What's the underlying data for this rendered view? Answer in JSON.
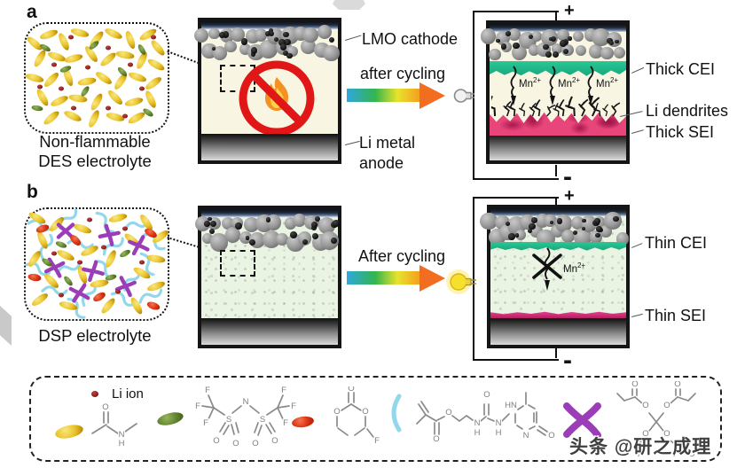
{
  "panels": {
    "a": {
      "letter": "a",
      "blob_caption": [
        "Non-flammable",
        "DES electrolyte"
      ],
      "cathode_label": "LMO cathode",
      "cycle_label": "after cycling",
      "anode_label": [
        "Li metal",
        "anode"
      ],
      "plus": "+",
      "minus": "-",
      "cei_label": "Thick CEI",
      "dendrites_label": "Li dendrites",
      "sei_label": "Thick SEI",
      "mn_ion": {
        "base": "Mn",
        "sup": "2+"
      }
    },
    "b": {
      "letter": "b",
      "blob_caption": "DSP electrolyte",
      "cycle_label": "After cycling",
      "plus": "+",
      "minus": "-",
      "cei_label": "Thin CEI",
      "sei_label": "Thin SEI",
      "mn_ion": {
        "base": "Mn",
        "sup": "2+"
      }
    }
  },
  "legend": {
    "li_ion_label": "Li ion",
    "structures": {
      "acetamide": {
        "w": 62,
        "h": 52,
        "bonds": [
          [
            4,
            37,
            20,
            27
          ],
          [
            17,
            25,
            17,
            13
          ],
          [
            22,
            25,
            22,
            13
          ],
          [
            21,
            29,
            33,
            37
          ],
          [
            41,
            35,
            54,
            26
          ]
        ],
        "atoms": [
          [
            19,
            10,
            "O"
          ],
          [
            37,
            41,
            "N"
          ],
          [
            37,
            51,
            "H"
          ]
        ]
      },
      "tfsi": {
        "w": 126,
        "h": 78,
        "bonds": [
          [
            27,
            28,
            21,
            14
          ],
          [
            27,
            28,
            14,
            26
          ],
          [
            27,
            28,
            20,
            43
          ],
          [
            27,
            28,
            39,
            36
          ],
          [
            48,
            34,
            58,
            26
          ],
          [
            68,
            26,
            78,
            34
          ],
          [
            87,
            36,
            99,
            28
          ],
          [
            99,
            28,
            105,
            14
          ],
          [
            99,
            28,
            112,
            26
          ],
          [
            99,
            28,
            106,
            43
          ],
          [
            40,
            45,
            34,
            55
          ],
          [
            44,
            48,
            38,
            58
          ],
          [
            47,
            47,
            50,
            58
          ],
          [
            52,
            45,
            55,
            56
          ],
          [
            77,
            45,
            73,
            56
          ],
          [
            81,
            48,
            77,
            59
          ],
          [
            86,
            47,
            92,
            57
          ],
          [
            90,
            45,
            96,
            55
          ]
        ],
        "atoms": [
          [
            63,
            24,
            "N"
          ],
          [
            44,
            44,
            "S"
          ],
          [
            82,
            44,
            "S"
          ],
          [
            30,
            68,
            "O"
          ],
          [
            52,
            71,
            "O"
          ],
          [
            74,
            71,
            "O"
          ],
          [
            96,
            68,
            "O"
          ],
          [
            20,
            11,
            "F"
          ],
          [
            9,
            29,
            "F"
          ],
          [
            18,
            48,
            "F"
          ],
          [
            106,
            11,
            "F"
          ],
          [
            117,
            29,
            "F"
          ],
          [
            108,
            48,
            "F"
          ]
        ]
      },
      "carbonate": {
        "w": 72,
        "h": 66,
        "bonds": [
          [
            36,
            20,
            25,
            27
          ],
          [
            36,
            20,
            47,
            27
          ],
          [
            33,
            18,
            33,
            7
          ],
          [
            39,
            18,
            39,
            7
          ],
          [
            20,
            34,
            20,
            45
          ],
          [
            52,
            34,
            52,
            45
          ],
          [
            21,
            47,
            32,
            55
          ],
          [
            51,
            47,
            40,
            55
          ],
          [
            54,
            48,
            61,
            57
          ]
        ],
        "atoms": [
          [
            36,
            5,
            "O"
          ],
          [
            20,
            31,
            "O"
          ],
          [
            52,
            31,
            "O"
          ],
          [
            65,
            64,
            "F"
          ]
        ]
      },
      "upyma": {
        "w": 170,
        "h": 74,
        "bonds": [
          [
            10,
            22,
            18,
            34
          ],
          [
            13,
            19,
            21,
            31
          ],
          [
            18,
            34,
            8,
            44
          ],
          [
            18,
            34,
            30,
            41
          ],
          [
            28,
            43,
            28,
            56
          ],
          [
            33,
            43,
            33,
            56
          ],
          [
            31,
            40,
            39,
            36
          ],
          [
            48,
            35,
            56,
            41
          ],
          [
            56,
            41,
            64,
            35
          ],
          [
            64,
            35,
            71,
            40
          ],
          [
            80,
            41,
            86,
            36
          ],
          [
            84,
            34,
            84,
            22
          ],
          [
            89,
            34,
            89,
            22
          ],
          [
            88,
            38,
            95,
            41
          ],
          [
            104,
            41,
            112,
            33
          ],
          [
            122,
            28,
            128,
            24
          ],
          [
            134,
            23,
            141,
            27
          ],
          [
            143,
            31,
            143,
            43
          ],
          [
            140,
            32,
            140,
            42
          ],
          [
            141,
            47,
            135,
            50
          ],
          [
            127,
            50,
            121,
            46
          ],
          [
            119,
            43,
            119,
            33
          ],
          [
            131,
            22,
            131,
            9
          ],
          [
            146,
            47,
            155,
            53
          ],
          [
            144,
            51,
            153,
            57
          ]
        ],
        "atoms": [
          [
            30,
            64,
            "O"
          ],
          [
            44,
            34,
            "O"
          ],
          [
            76,
            46,
            "N"
          ],
          [
            76,
            57,
            "H"
          ],
          [
            87,
            14,
            "O"
          ],
          [
            100,
            46,
            "N"
          ],
          [
            100,
            57,
            "H"
          ],
          [
            114,
            26,
            "HN"
          ],
          [
            131,
            60,
            "N"
          ],
          [
            160,
            60,
            "O"
          ]
        ]
      },
      "tetraacrylate": {
        "w": 108,
        "h": 86,
        "bonds": [
          [
            54,
            46,
            46,
            36
          ],
          [
            38,
            25,
            30,
            18
          ],
          [
            27,
            16,
            27,
            9
          ],
          [
            32,
            16,
            32,
            9
          ],
          [
            30,
            18,
            18,
            22
          ],
          [
            18,
            22,
            10,
            14
          ],
          [
            54,
            46,
            62,
            36
          ],
          [
            70,
            25,
            78,
            18
          ],
          [
            76,
            16,
            76,
            9
          ],
          [
            81,
            16,
            81,
            9
          ],
          [
            78,
            18,
            90,
            22
          ],
          [
            90,
            22,
            98,
            14
          ],
          [
            54,
            46,
            46,
            56
          ],
          [
            38,
            67,
            30,
            74
          ],
          [
            27,
            76,
            21,
            82
          ],
          [
            25,
            72,
            19,
            78
          ],
          [
            30,
            74,
            34,
            84
          ],
          [
            54,
            46,
            62,
            56
          ],
          [
            70,
            67,
            78,
            74
          ],
          [
            81,
            76,
            87,
            82
          ],
          [
            83,
            72,
            89,
            78
          ],
          [
            78,
            74,
            74,
            84
          ]
        ],
        "atoms": [
          [
            42,
            30,
            "O"
          ],
          [
            30,
            6,
            "O"
          ],
          [
            66,
            30,
            "O"
          ],
          [
            78,
            6,
            "O"
          ],
          [
            42,
            62,
            "O"
          ],
          [
            14,
            85,
            "O"
          ],
          [
            66,
            62,
            "O"
          ],
          [
            94,
            85,
            "O"
          ]
        ]
      }
    }
  },
  "watermark": "头条 @研之成理",
  "colors": {
    "cei_teal": "#1db389",
    "sei_pink": "#e8457a",
    "arrow_head_orange": "#f26d20",
    "no_fire_red": "#e11717",
    "crosslinker_purple": "#9c3db8",
    "polymer_cyan": "#92d8ea",
    "particle_yellow": "#eac32b"
  },
  "particles": {
    "blob_a": {
      "yellow": [
        [
          6,
          18,
          40
        ],
        [
          16,
          10,
          -20
        ],
        [
          27,
          16,
          65
        ],
        [
          38,
          8,
          15
        ],
        [
          50,
          14,
          -50
        ],
        [
          62,
          9,
          25
        ],
        [
          74,
          15,
          70
        ],
        [
          86,
          10,
          -30
        ],
        [
          93,
          22,
          50
        ],
        [
          10,
          32,
          -60
        ],
        [
          22,
          30,
          20
        ],
        [
          34,
          32,
          -15
        ],
        [
          46,
          28,
          55
        ],
        [
          58,
          33,
          -40
        ],
        [
          70,
          29,
          10
        ],
        [
          82,
          34,
          -65
        ],
        [
          92,
          38,
          30
        ],
        [
          6,
          50,
          15
        ],
        [
          18,
          52,
          -45
        ],
        [
          30,
          49,
          70
        ],
        [
          43,
          53,
          -10
        ],
        [
          55,
          50,
          35
        ],
        [
          67,
          53,
          -55
        ],
        [
          79,
          49,
          20
        ],
        [
          90,
          55,
          -35
        ],
        [
          12,
          68,
          60
        ],
        [
          24,
          71,
          -25
        ],
        [
          37,
          69,
          10
        ],
        [
          50,
          72,
          -60
        ],
        [
          63,
          68,
          45
        ],
        [
          76,
          72,
          -15
        ],
        [
          88,
          70,
          65
        ],
        [
          18,
          87,
          -40
        ],
        [
          33,
          85,
          25
        ],
        [
          48,
          88,
          -65
        ],
        [
          63,
          86,
          15
        ],
        [
          78,
          87,
          -30
        ]
      ],
      "green": [
        [
          14,
          22,
          30
        ],
        [
          48,
          20,
          -40
        ],
        [
          82,
          24,
          60
        ],
        [
          28,
          42,
          -20
        ],
        [
          68,
          44,
          45
        ],
        [
          8,
          78,
          10
        ],
        [
          42,
          62,
          -55
        ],
        [
          86,
          82,
          35
        ]
      ],
      "dots": [
        [
          32,
          12
        ],
        [
          58,
          22
        ],
        [
          90,
          12
        ],
        [
          20,
          38
        ],
        [
          44,
          40
        ],
        [
          74,
          38
        ],
        [
          10,
          58
        ],
        [
          34,
          78
        ],
        [
          58,
          78
        ],
        [
          82,
          60
        ],
        [
          70,
          85
        ],
        [
          25,
          60
        ]
      ]
    },
    "blob_b": {
      "curves": [
        [
          10,
          15,
          20
        ],
        [
          30,
          10,
          -40
        ],
        [
          55,
          12,
          60
        ],
        [
          78,
          15,
          -10
        ],
        [
          90,
          30,
          45
        ],
        [
          15,
          35,
          -60
        ],
        [
          38,
          32,
          15
        ],
        [
          62,
          35,
          -30
        ],
        [
          85,
          50,
          70
        ],
        [
          8,
          55,
          30
        ],
        [
          30,
          55,
          -15
        ],
        [
          55,
          55,
          50
        ],
        [
          75,
          65,
          -45
        ],
        [
          20,
          75,
          10
        ],
        [
          45,
          78,
          -55
        ],
        [
          68,
          82,
          35
        ],
        [
          88,
          80,
          -20
        ],
        [
          35,
          90,
          60
        ]
      ],
      "stars": [
        [
          28,
          22,
          0
        ],
        [
          58,
          25,
          30
        ],
        [
          80,
          35,
          -20
        ],
        [
          20,
          55,
          15
        ],
        [
          48,
          58,
          -30
        ],
        [
          70,
          72,
          20
        ],
        [
          38,
          78,
          -15
        ]
      ],
      "yellow": [
        [
          8,
          8,
          30
        ],
        [
          22,
          14,
          -45
        ],
        [
          40,
          18,
          20
        ],
        [
          65,
          8,
          -15
        ],
        [
          85,
          12,
          55
        ],
        [
          95,
          25,
          -35
        ],
        [
          12,
          28,
          65
        ],
        [
          45,
          38,
          -25
        ],
        [
          75,
          28,
          40
        ],
        [
          92,
          45,
          10
        ],
        [
          6,
          45,
          -55
        ],
        [
          28,
          42,
          25
        ],
        [
          60,
          45,
          -65
        ],
        [
          18,
          65,
          45
        ],
        [
          52,
          68,
          -10
        ],
        [
          82,
          58,
          30
        ],
        [
          10,
          82,
          -35
        ],
        [
          30,
          88,
          15
        ],
        [
          58,
          88,
          -50
        ],
        [
          78,
          88,
          60
        ],
        [
          92,
          70,
          -20
        ],
        [
          40,
          60,
          70
        ]
      ],
      "red": [
        [
          12,
          18,
          -20
        ],
        [
          88,
          22,
          30
        ],
        [
          6,
          62,
          10
        ],
        [
          52,
          80,
          -30
        ],
        [
          90,
          88,
          20
        ],
        [
          35,
          28,
          45
        ]
      ],
      "green": [
        [
          25,
          32,
          20
        ],
        [
          70,
          40,
          -30
        ],
        [
          30,
          65,
          50
        ],
        [
          60,
          62,
          -15
        ],
        [
          15,
          48,
          35
        ]
      ],
      "dots": [
        [
          45,
          10
        ],
        [
          70,
          18
        ],
        [
          20,
          40
        ],
        [
          55,
          35
        ],
        [
          82,
          48
        ],
        [
          38,
          48
        ],
        [
          65,
          75
        ],
        [
          25,
          78
        ]
      ]
    }
  }
}
